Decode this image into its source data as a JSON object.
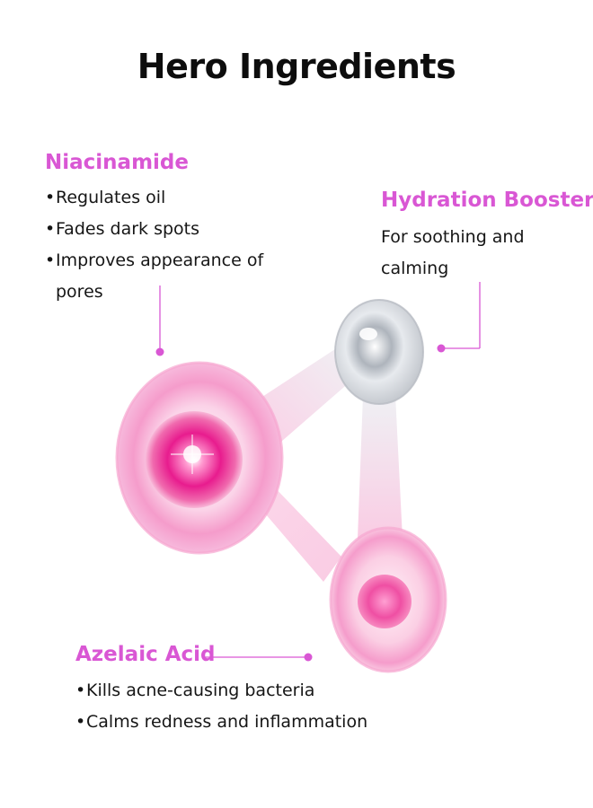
{
  "title": "Hero Ingredients",
  "niacinamide": {
    "heading": "Niacinamide",
    "bullets": [
      "Regulates oil",
      "Fades dark spots",
      "Improves appearance of pores"
    ]
  },
  "hydration": {
    "heading": "Hydration Boosters",
    "text": "For soothing and calming"
  },
  "azelaic": {
    "heading": "Azelaic Acid",
    "bullets": [
      "Kills acne-causing bacteria",
      "Calms redness and inflammation"
    ]
  },
  "colors": {
    "accent": "#d957d4",
    "text": "#161616",
    "pink_core": "#e81c8e",
    "silver": "#c8ccd2"
  },
  "icons": [
    "molecule-illustration"
  ]
}
